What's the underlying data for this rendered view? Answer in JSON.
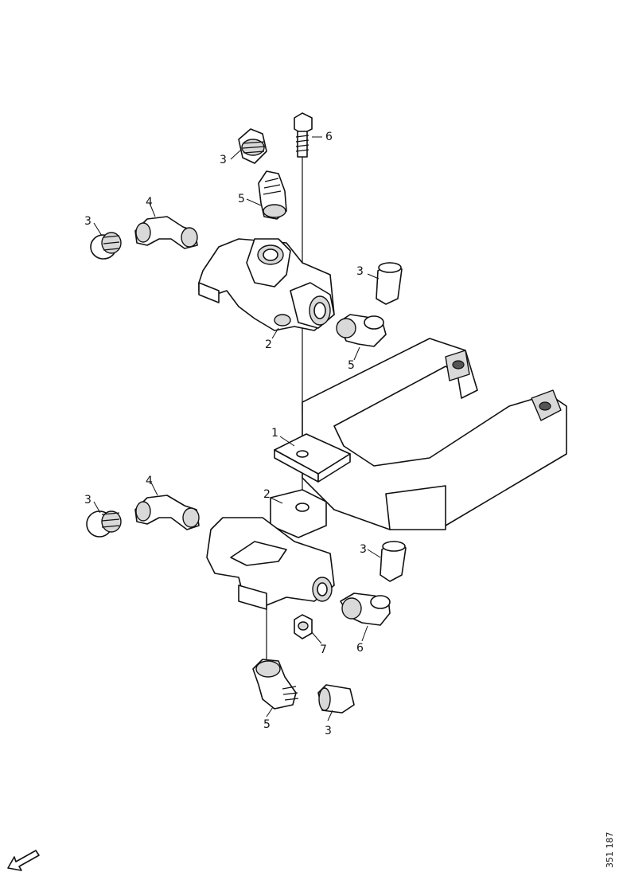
{
  "reference_number": "351 187",
  "callouts": {
    "c1": "1",
    "c2_upper": "2",
    "c2_lower": "2",
    "c3_top": "3",
    "c3_upper_left": "3",
    "c3_upper_right": "3",
    "c3_lower_left": "3",
    "c3_lower_right": "3",
    "c3_bottom": "3",
    "c4_upper": "4",
    "c4_lower": "4",
    "c5_upper_top": "5",
    "c5_upper_right": "5",
    "c5_bottom": "5",
    "c6_upper": "6",
    "c6_lower": "6",
    "c7": "7"
  }
}
